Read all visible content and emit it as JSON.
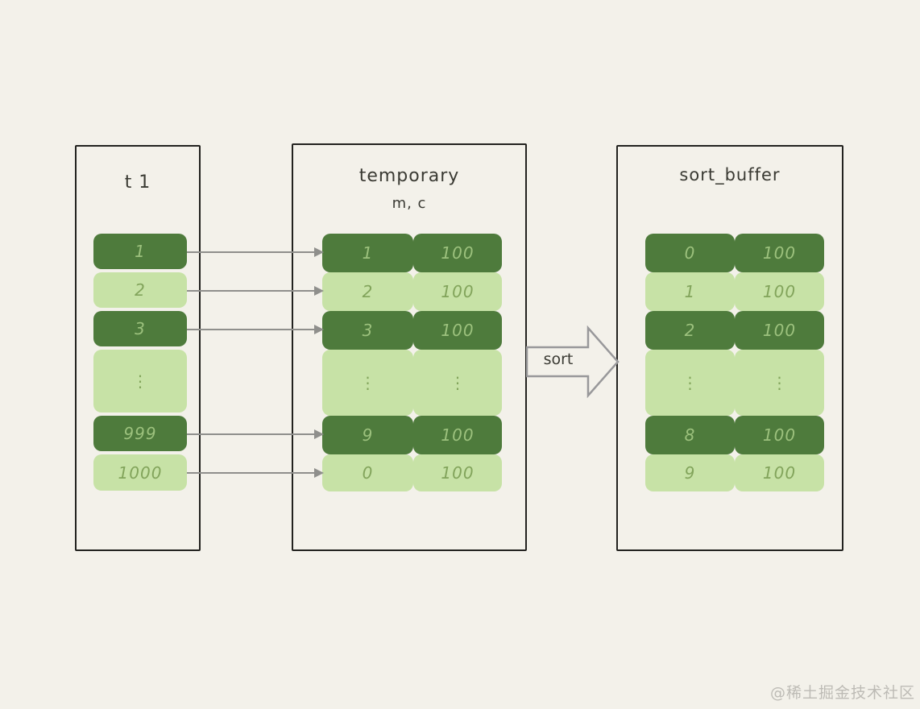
{
  "colors": {
    "background": "#f3f1ea",
    "box_border": "#22221f",
    "cell_dark_green": "#4e7b3c",
    "cell_light_green": "#c7e2a6",
    "text_on_dark": "#9cc17d",
    "text_on_light": "#82a45b",
    "arrow_gray": "#8f8f8c",
    "title_text": "#3a3a33",
    "watermark_text": "#bdbbb5"
  },
  "tables": {
    "t1": {
      "title": "t 1",
      "rows": [
        {
          "shade": "dark",
          "cells": [
            "1"
          ]
        },
        {
          "shade": "light",
          "cells": [
            "2"
          ]
        },
        {
          "shade": "dark",
          "cells": [
            "3"
          ]
        },
        {
          "shade": "light",
          "cells": [
            "⋮"
          ]
        },
        {
          "shade": "dark",
          "cells": [
            "999"
          ]
        },
        {
          "shade": "light",
          "cells": [
            "1000"
          ]
        }
      ]
    },
    "temporary": {
      "title": "temporary",
      "subtitle": "m, c",
      "rows": [
        {
          "shade": "dark",
          "cells": [
            "1",
            "100"
          ]
        },
        {
          "shade": "light",
          "cells": [
            "2",
            "100"
          ]
        },
        {
          "shade": "dark",
          "cells": [
            "3",
            "100"
          ]
        },
        {
          "shade": "light",
          "cells": [
            "⋮",
            "⋮"
          ]
        },
        {
          "shade": "dark",
          "cells": [
            "9",
            "100"
          ]
        },
        {
          "shade": "light",
          "cells": [
            "0",
            "100"
          ]
        }
      ]
    },
    "sort_buffer": {
      "title": "sort_buffer",
      "rows": [
        {
          "shade": "dark",
          "cells": [
            "0",
            "100"
          ]
        },
        {
          "shade": "light",
          "cells": [
            "1",
            "100"
          ]
        },
        {
          "shade": "dark",
          "cells": [
            "2",
            "100"
          ]
        },
        {
          "shade": "light",
          "cells": [
            "⋮",
            "⋮"
          ]
        },
        {
          "shade": "dark",
          "cells": [
            "8",
            "100"
          ]
        },
        {
          "shade": "light",
          "cells": [
            "9",
            "100"
          ]
        }
      ]
    }
  },
  "sort_arrow": {
    "label": "sort"
  },
  "watermark": "@稀土掘金技术社区"
}
